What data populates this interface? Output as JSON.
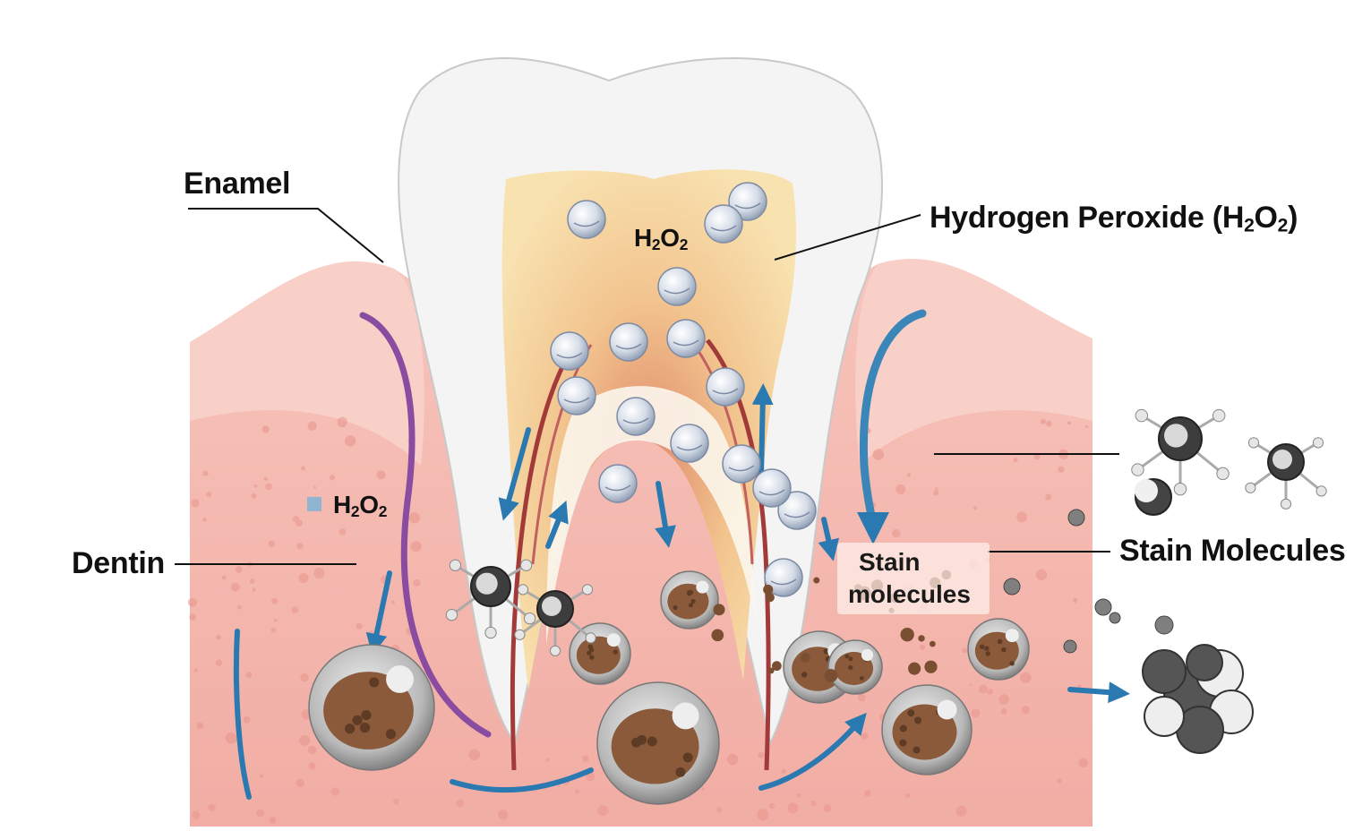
{
  "labels": {
    "enamel": "Enamel",
    "hydrogen_peroxide": "Hydrogen Peroxide (H",
    "h2o2_main": "H",
    "h2o2_left": "H",
    "dentin": "Dentin",
    "stain_molecules": "Stain Molecules",
    "stain_box_line1": "Stain",
    "stain_box_line2": "molecules"
  },
  "formula": {
    "sub": "2",
    "o": "O",
    "close": ")"
  },
  "colors": {
    "gum": "#f2b4ac",
    "gum_dark": "#e58d85",
    "enamel": "#f4f4f4",
    "dentin_core": "#f6dca6",
    "arrow_blue": "#2a79b0",
    "nerve": "#a33a3a",
    "stain": "#8a5a3a",
    "purple": "#8a4ca0"
  }
}
